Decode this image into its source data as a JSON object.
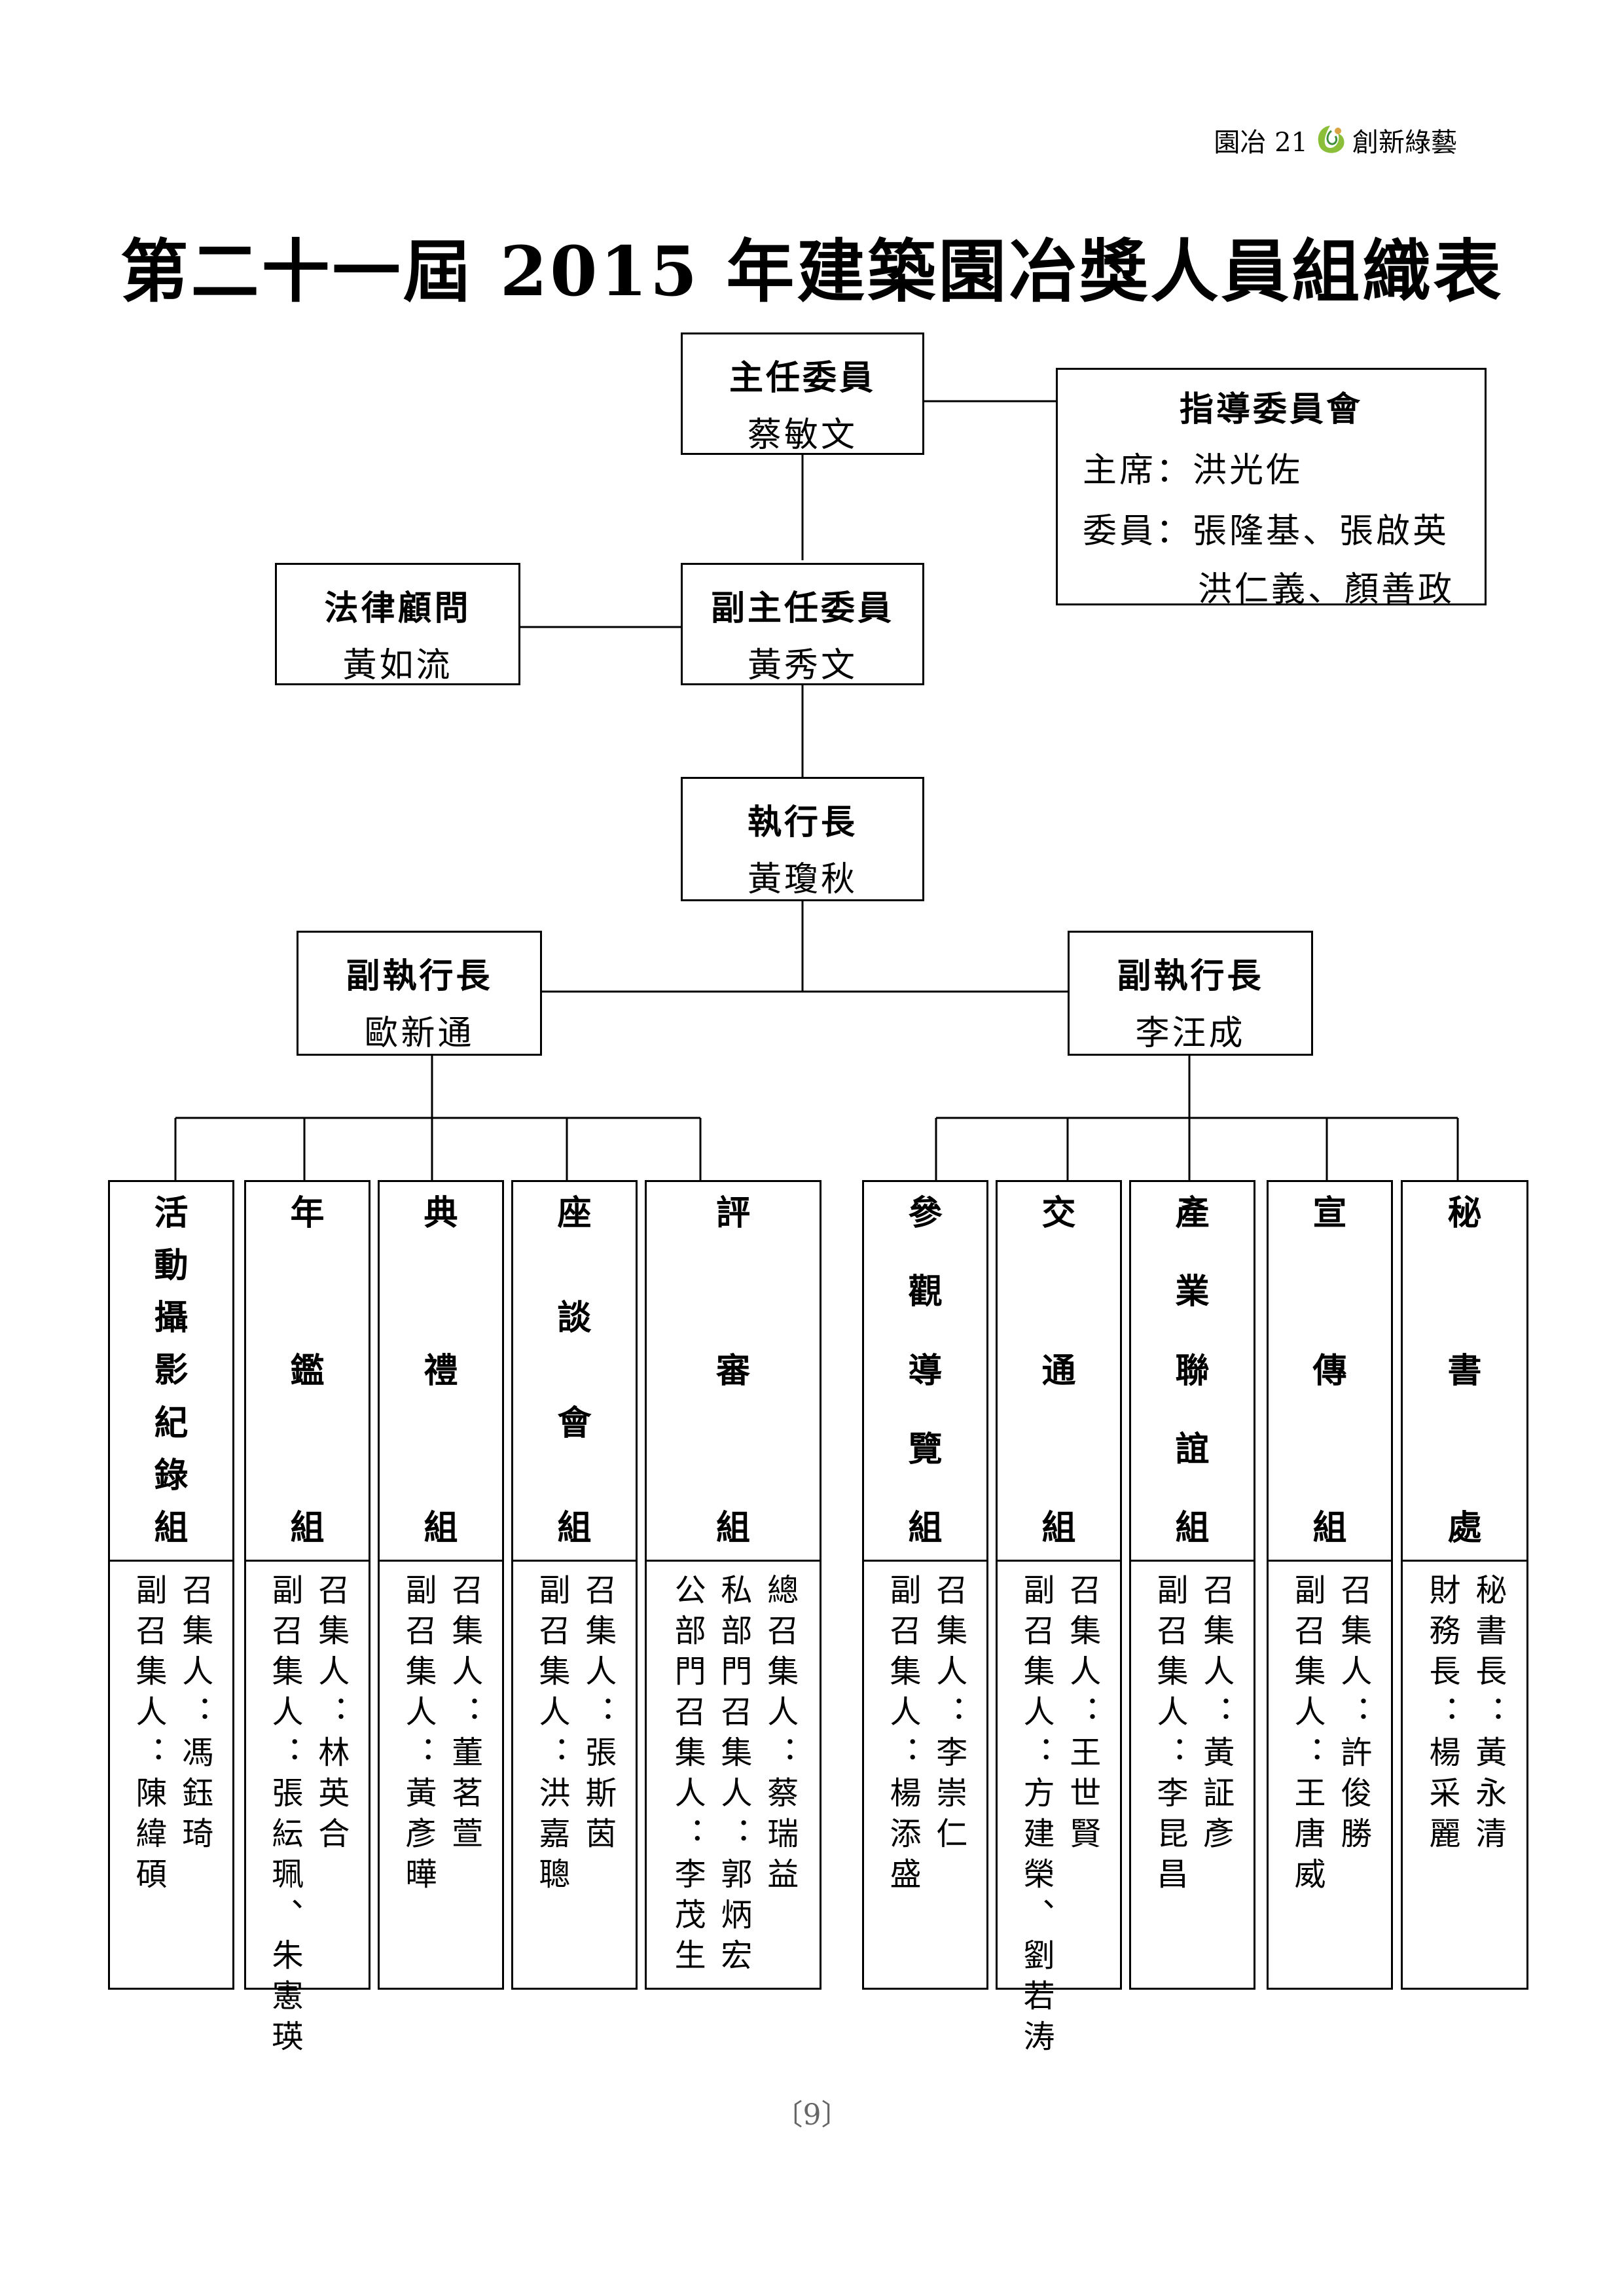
{
  "header": {
    "text": "園冶 21",
    "tagline": "創新綠藝",
    "logo_icon": "leaf-swirl-logo",
    "logo_colors": [
      "#8bbf3a",
      "#3e8e3a",
      "#d9a441"
    ]
  },
  "title": "第二十一屆 2015 年建築園冶獎人員組織表",
  "chair": {
    "role": "主任委員",
    "name": "蔡敏文"
  },
  "advisory": {
    "title": "指導委員會",
    "chairman": "主席：洪光佐",
    "members1": "委員：張隆基、張啟英",
    "members2": "洪仁義、顏善政"
  },
  "legal": {
    "role": "法律顧問",
    "name": "黃如流"
  },
  "vice_chair": {
    "role": "副主任委員",
    "name": "黃秀文"
  },
  "ceo": {
    "role": "執行長",
    "name": "黃瓊秋"
  },
  "deputy_left": {
    "role": "副執行長",
    "name": "歐新通"
  },
  "deputy_right": {
    "role": "副執行長",
    "name": "李汪成"
  },
  "groups": [
    {
      "name": "活動攝影紀錄組",
      "members": [
        "召集人：馮鈺琦",
        "副召集人：陳緯碩"
      ]
    },
    {
      "name": "年鑑組",
      "members": [
        "召集人：林英合",
        "副召集人：張紜珮、朱憲瑛"
      ]
    },
    {
      "name": "典禮組",
      "members": [
        "召集人：董茗萱",
        "副召集人：黃彥曄"
      ]
    },
    {
      "name": "座談會組",
      "members": [
        "召集人：張斯茵",
        "副召集人：洪嘉聰"
      ]
    },
    {
      "name": "評審組",
      "members": [
        "總召集人：蔡瑞益",
        "私部門召集人：郭炳宏",
        "公部門召集人：李茂生"
      ]
    },
    {
      "name": "參觀導覽組",
      "members": [
        "召集人：李崇仁",
        "副召集人：楊添盛"
      ]
    },
    {
      "name": "交通組",
      "members": [
        "召集人：王世賢",
        "副召集人：方建榮、劉若涛"
      ]
    },
    {
      "name": "產業聯誼組",
      "members": [
        "召集人：黃証彥",
        "副召集人：李昆昌"
      ]
    },
    {
      "name": "宣傳組",
      "members": [
        "召集人：許俊勝",
        "副召集人：王唐威"
      ]
    },
    {
      "name": "秘書處",
      "members": [
        "秘書長：黃永清",
        "財務長：楊采麗"
      ]
    }
  ],
  "page_number": "〔9〕"
}
